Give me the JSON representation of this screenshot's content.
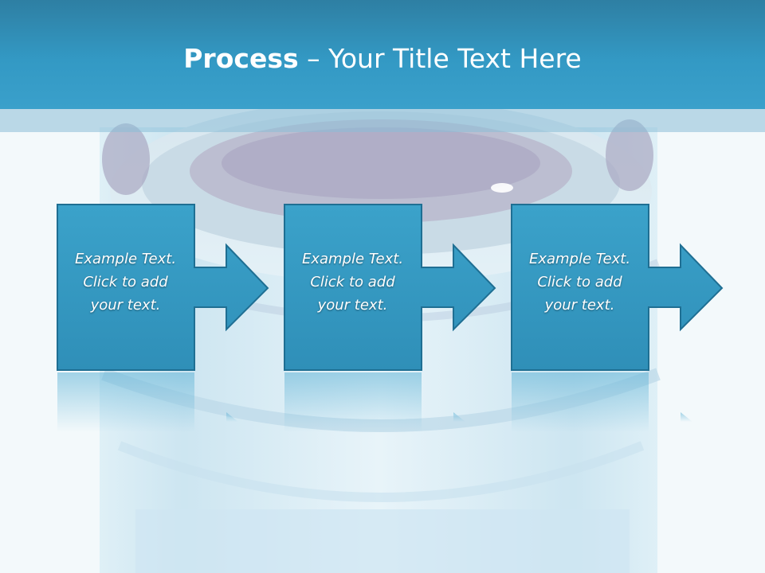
{
  "slide": {
    "title_bold": "Process",
    "title_separator": " – ",
    "title_rest": "Your Title Text Here"
  },
  "steps": [
    {
      "line1": "Example Text.",
      "line2": "Click  to add",
      "line3": "your text."
    },
    {
      "line1": "Example Text.",
      "line2": "Click  to add",
      "line3": "your text."
    },
    {
      "line1": "Example Text.",
      "line2": "Click  to add",
      "line3": "your text."
    }
  ],
  "colors": {
    "header": "#3399c4",
    "step_fill": "#3599c2",
    "step_border": "#1f6f93",
    "background": "#f3f9fb"
  }
}
